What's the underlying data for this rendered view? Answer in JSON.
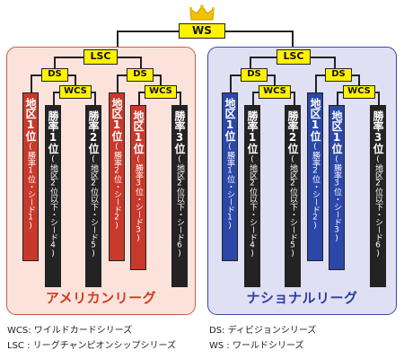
{
  "ws": "WS",
  "crown_color": "#f3c300",
  "american": {
    "name": "アメリカンリーグ",
    "lsc": "LSC",
    "ds": [
      "DS",
      "DS"
    ],
    "wcs": [
      "WCS",
      "WCS"
    ],
    "columns": [
      {
        "head": "地区1位",
        "sub": "勝率1位・シード1",
        "color": "red"
      },
      {
        "head": "勝率1位",
        "sub": "地区2位以下・シード4",
        "color": "dark"
      },
      {
        "head": "勝率2位",
        "sub": "地区2位以下・シード5",
        "color": "dark"
      },
      {
        "head": "地区1位",
        "sub": "勝率2位・シード2",
        "color": "red"
      },
      {
        "head": "地区1位",
        "sub": "勝率3位・シード3",
        "color": "red"
      },
      {
        "head": "勝率3位",
        "sub": "地区2位以下・シード6",
        "color": "dark"
      }
    ]
  },
  "national": {
    "name": "ナショナルリーグ",
    "lsc": "LSC",
    "ds": [
      "DS",
      "DS"
    ],
    "wcs": [
      "WCS",
      "WCS"
    ],
    "columns": [
      {
        "head": "地区1位",
        "sub": "勝率1位・シード1",
        "color": "blue"
      },
      {
        "head": "勝率1位",
        "sub": "地区2位以下・シード4",
        "color": "dark"
      },
      {
        "head": "勝率2位",
        "sub": "地区2位以下・シード5",
        "color": "dark"
      },
      {
        "head": "地区1位",
        "sub": "勝率2位・シード2",
        "color": "blue"
      },
      {
        "head": "地区1位",
        "sub": "勝率3位・シード3",
        "color": "blue"
      },
      {
        "head": "勝率3位",
        "sub": "地区2位以下・シード6",
        "color": "dark"
      }
    ]
  },
  "legend": {
    "wcs": "WCS: ワイルドカードシリーズ",
    "lsc": "LSC : リーグチャンピオンシップシリーズ",
    "ds": "DS: ディビジョンシリーズ",
    "ws": "WS : ワールドシリーズ"
  }
}
